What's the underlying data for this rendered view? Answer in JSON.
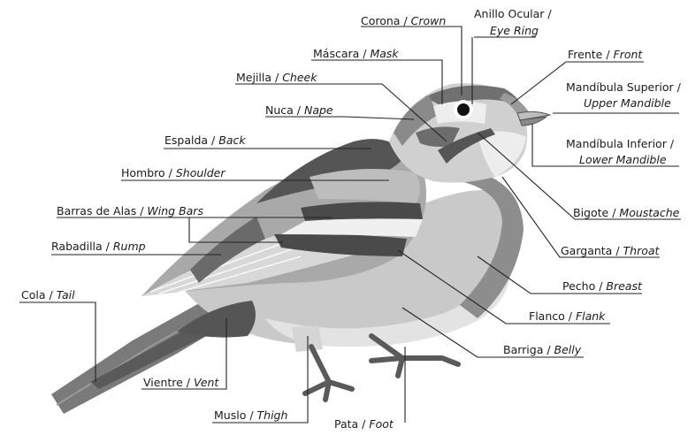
{
  "labels": {
    "corona": {
      "es": "Corona /",
      "en": "Crown"
    },
    "anillo_1": {
      "es": "Anillo Ocular /"
    },
    "anillo_2": {
      "en": "Eye Ring"
    },
    "mascara": {
      "es": "Máscara /",
      "en": "Mask"
    },
    "frente": {
      "es": "Frente /",
      "en": "Front"
    },
    "mejilla": {
      "es": "Mejilla /",
      "en": "Cheek"
    },
    "mand_sup_1": {
      "es": "Mandíbula Superior /"
    },
    "mand_sup_2": {
      "en": "Upper Mandible"
    },
    "nuca": {
      "es": "Nuca /",
      "en": "Nape"
    },
    "espalda": {
      "es": "Espalda /",
      "en": "Back"
    },
    "mand_inf_1": {
      "es": "Mandíbula Inferior /"
    },
    "mand_inf_2": {
      "en": "Lower Mandible"
    },
    "hombro": {
      "es": "Hombro /",
      "en": "Shoulder"
    },
    "barras": {
      "es": "Barras de Alas /",
      "en": "Wing Bars"
    },
    "bigote": {
      "es": "Bigote /",
      "en": "Moustache"
    },
    "rabadilla": {
      "es": "Rabadilla /",
      "en": "Rump"
    },
    "garganta": {
      "es": "Garganta /",
      "en": "Throat"
    },
    "pecho": {
      "es": "Pecho /",
      "en": "Breast"
    },
    "cola": {
      "es": "Cola /",
      "en": "Tail"
    },
    "flanco": {
      "es": "Flanco /",
      "en": "Flank"
    },
    "barriga": {
      "es": "Barriga /",
      "en": "Belly"
    },
    "vientre": {
      "es": "Vientre /",
      "en": "Vent"
    },
    "muslo": {
      "es": "Muslo /",
      "en": "Thigh"
    },
    "pata": {
      "es": "Pata /",
      "en": "Foot"
    }
  },
  "colors": {
    "dark": "#4d4d4d",
    "mid": "#8c8c8c",
    "light": "#c4c4c4",
    "pale": "#e6e6e6",
    "white": "#ffffff"
  }
}
